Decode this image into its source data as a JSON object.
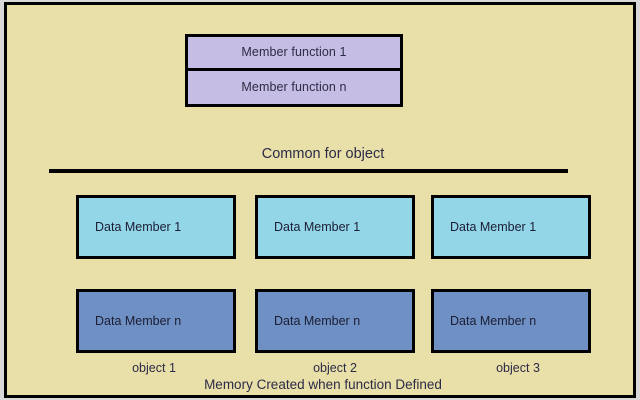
{
  "diagram": {
    "title_caption": "Memory Created when function Defined",
    "common_label": "Common for object",
    "colors": {
      "background": "#e9dfa8",
      "member_function_box": "#c6bde4",
      "data_member_row1": "#92d6e8",
      "data_member_row2": "#6e90c4",
      "border": "#000000"
    },
    "member_functions": [
      {
        "label": "Member function 1"
      },
      {
        "label": "Member function n"
      }
    ],
    "objects": [
      {
        "caption": "object 1",
        "members": [
          {
            "label": "Data Member 1"
          },
          {
            "label": "Data Member n"
          }
        ]
      },
      {
        "caption": "object 2",
        "members": [
          {
            "label": "Data Member 1"
          },
          {
            "label": "Data Member n"
          }
        ]
      },
      {
        "caption": "object 3",
        "members": [
          {
            "label": "Data Member 1"
          },
          {
            "label": "Data Member n"
          }
        ]
      }
    ]
  }
}
